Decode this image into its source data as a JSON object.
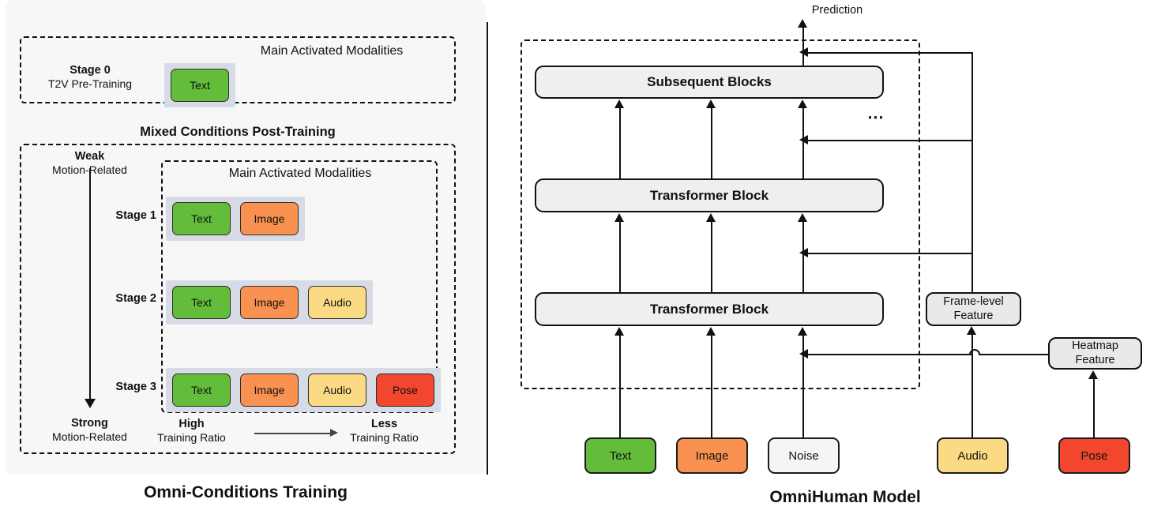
{
  "left": {
    "section_title": "Omni-Conditions Training",
    "stage0": {
      "name": "Stage 0",
      "subtitle": "T2V Pre-Training",
      "modalities_title": "Main Activated Modalities",
      "chips": [
        "Text"
      ]
    },
    "mixed_title": "Mixed Conditions Post-Training",
    "modalities_title": "Main Activated Modalities",
    "axis": {
      "weak_bold": "Weak",
      "weak_sub": "Motion-Related",
      "strong_bold": "Strong",
      "strong_sub": "Motion-Related",
      "high_bold": "High",
      "high_sub": "Training Ratio",
      "less_bold": "Less",
      "less_sub": "Training Ratio"
    },
    "stages": [
      {
        "name": "Stage 1",
        "chips": [
          "Text",
          "Image"
        ]
      },
      {
        "name": "Stage 2",
        "chips": [
          "Text",
          "Image",
          "Audio"
        ]
      },
      {
        "name": "Stage 3",
        "chips": [
          "Text",
          "Image",
          "Audio",
          "Pose"
        ]
      }
    ]
  },
  "right": {
    "section_title": "OmniHuman Model",
    "prediction_label": "Prediction",
    "ellipsis": "⋯",
    "blocks": {
      "subsequent": "Subsequent Blocks",
      "transformer_upper": "Transformer Block",
      "transformer_lower": "Transformer Block"
    },
    "features": [
      {
        "line1": "Frame-level",
        "line2": "Feature"
      },
      {
        "line1": "Heatmap",
        "line2": "Feature"
      }
    ],
    "inputs": [
      {
        "label": "Text",
        "color": "#63bd3a"
      },
      {
        "label": "Image",
        "color": "#f99150"
      },
      {
        "label": "Noise",
        "color": "#f4f5f7"
      },
      {
        "label": "Audio",
        "color": "#fadb83"
      },
      {
        "label": "Pose",
        "color": "#f2462f"
      }
    ]
  },
  "colors": {
    "text": "#63bd3a",
    "image": "#f99150",
    "audio": "#fadb83",
    "pose": "#f2462f",
    "noise": "#f4f5f7",
    "panel_bg": "#f7f7f8",
    "chip_band": "#d6dbe6",
    "block_fill": "#efefef",
    "stroke": "#111111"
  }
}
